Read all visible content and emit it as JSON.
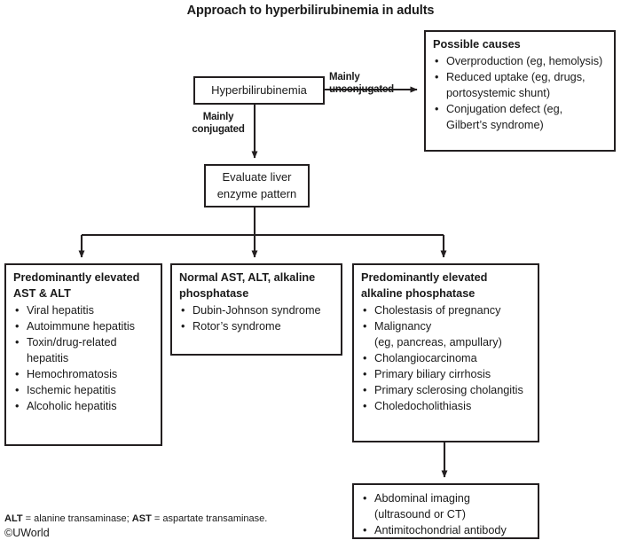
{
  "title": "Approach to hyperbilirubinemia in adults",
  "nodes": {
    "root": {
      "label": "Hyperbilirubinemia"
    },
    "evaluate": {
      "line1": "Evaluate liver",
      "line2": "enzyme pattern"
    },
    "causes": {
      "heading": "Possible causes",
      "items": [
        {
          "text": "Overproduction (eg, hemolysis)"
        },
        {
          "text": "Reduced uptake (eg, drugs,",
          "cont": "portosystemic shunt)"
        },
        {
          "text": "Conjugation defect (eg,",
          "cont": "Gilbert’s syndrome)"
        }
      ]
    },
    "ast_alt": {
      "heading_line1": "Predominantly elevated",
      "heading_line2": "AST & ALT",
      "items": [
        {
          "text": "Viral hepatitis"
        },
        {
          "text": "Autoimmune hepatitis"
        },
        {
          "text": "Toxin/drug-related",
          "cont": "hepatitis"
        },
        {
          "text": "Hemochromatosis"
        },
        {
          "text": "Ischemic hepatitis"
        },
        {
          "text": "Alcoholic hepatitis"
        }
      ]
    },
    "normal": {
      "heading_line1": "Normal AST, ALT, alkaline",
      "heading_line2": "phosphatase",
      "items": [
        {
          "text": "Dubin-Johnson syndrome"
        },
        {
          "text": "Rotor’s syndrome"
        }
      ]
    },
    "alk_phos": {
      "heading_line1": "Predominantly elevated",
      "heading_line2": "alkaline phosphatase",
      "items": [
        {
          "text": "Cholestasis of pregnancy"
        },
        {
          "text": "Malignancy",
          "cont": "(eg, pancreas, ampullary)"
        },
        {
          "text": "Cholangiocarcinoma"
        },
        {
          "text": "Primary biliary cirrhosis"
        },
        {
          "text": "Primary sclerosing cholangitis"
        },
        {
          "text": "Choledocholithiasis"
        }
      ]
    },
    "imaging": {
      "items": [
        {
          "text": "Abdominal imaging",
          "cont": "(ultrasound or CT)"
        },
        {
          "text": "Antimitochondrial antibody"
        }
      ]
    }
  },
  "edges": {
    "unconjugated_line1": "Mainly",
    "unconjugated_line2": "unconjugated",
    "conjugated_line1": "Mainly",
    "conjugated_line2": "conjugated"
  },
  "footnote": {
    "abbr1": "ALT",
    "text1": " = alanine transaminase; ",
    "abbr2": "AST",
    "text2": " = aspartate transaminase.",
    "copyright": "©UWorld"
  },
  "bullet_glyph": "•",
  "colors": {
    "stroke": "#231f20",
    "text": "#1a1a1a",
    "background": "#ffffff"
  }
}
